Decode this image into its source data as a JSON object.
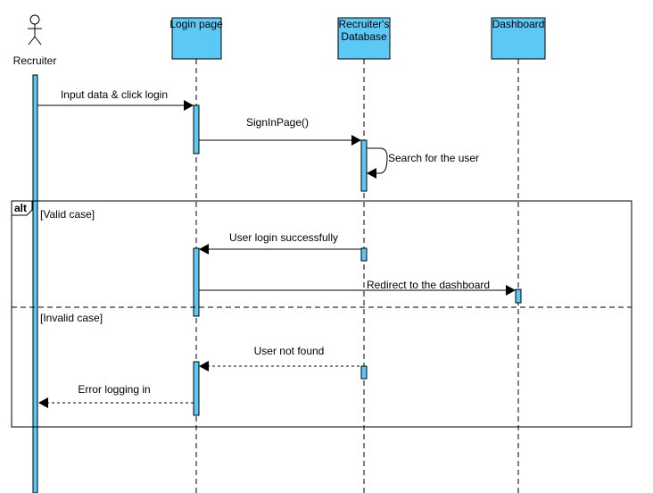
{
  "actor": {
    "label": "Recruiter"
  },
  "lifelines": [
    {
      "id": "login",
      "label": "Login page"
    },
    {
      "id": "db",
      "label_line1": "Recruiter's",
      "label_line2": "Database"
    },
    {
      "id": "dash",
      "label": "Dashboard"
    }
  ],
  "messages": {
    "m1": "Input data & click login",
    "m2": "SignInPage()",
    "m3": "Search for the user",
    "m4": "User login successfully",
    "m5": "Redirect to the dashboard",
    "m6": "User not found",
    "m7": "Error logging in"
  },
  "fragment": {
    "operator": "alt",
    "guard1": "[Valid case]",
    "guard2": "[Invalid case]"
  },
  "colors": {
    "lifeline_fill": "#5bc8f5",
    "line": "#000000"
  }
}
